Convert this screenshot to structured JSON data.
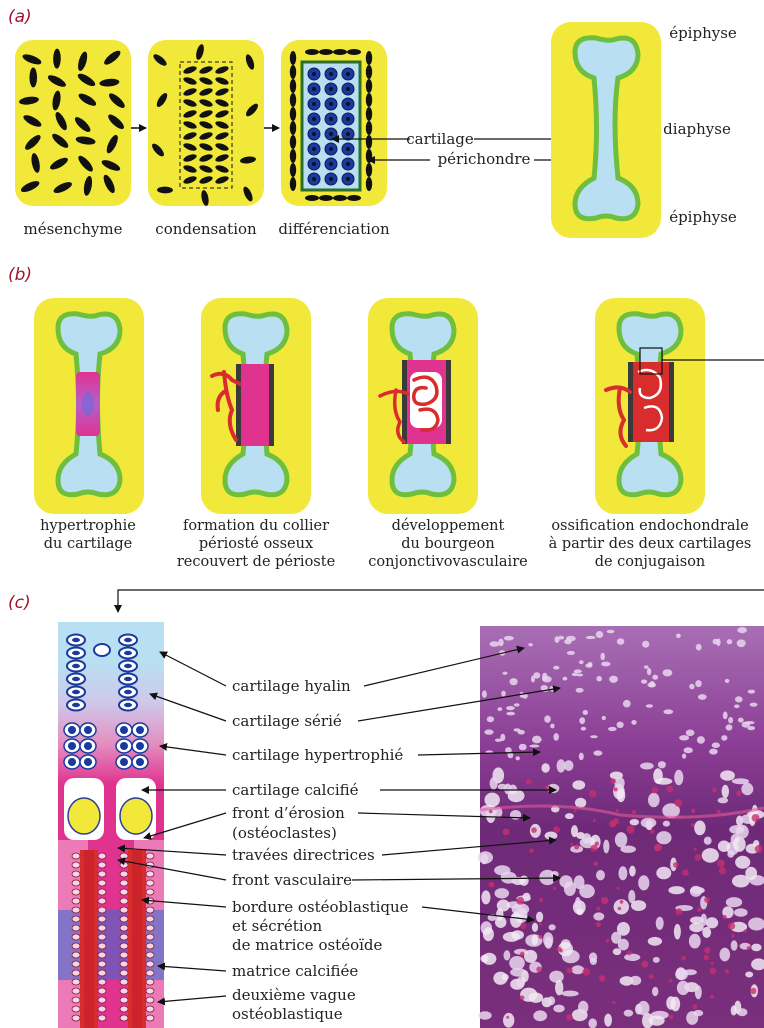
{
  "panels": {
    "a": "(a)",
    "b": "(b)",
    "c": "(c)"
  },
  "panel_a": {
    "stages": [
      "mésenchyme",
      "condensation",
      "différenciation"
    ],
    "labels": {
      "cartilage": "cartilage",
      "perichondre": "périchondre"
    },
    "bone_parts": {
      "top": "épiphyse",
      "middle": "diaphyse",
      "bottom": "épiphyse"
    }
  },
  "panel_b": {
    "captions": [
      [
        "hypertrophie",
        "du cartilage"
      ],
      [
        "formation du collier",
        "périosté osseux",
        "recouvert de périoste"
      ],
      [
        "développement",
        "du bourgeon",
        "conjonctivovasculaire"
      ],
      [
        "ossification endochondrale",
        "à partir des deux cartilages",
        "de conjugaison"
      ]
    ]
  },
  "panel_c": {
    "labels": [
      "cartilage hyalin",
      "cartilage sérié",
      "cartilage hypertrophié",
      "cartilage calcifié",
      "front d’érosion",
      "(ostéoclastes)",
      "travées directrices",
      "front vasculaire",
      "bordure ostéoblastique",
      "et sécrétion",
      "de matrice ostéoïde",
      "matrice calcifiée",
      "deuxième vague",
      "ostéoblastique"
    ]
  },
  "colors": {
    "yellow": "#f2e83a",
    "cartilage_blue": "#b9dff2",
    "perichondrium_green": "#6fbf3f",
    "cell_black": "#111111",
    "pink": "#e0338f",
    "red": "#d92c2c",
    "panel_letter": "#a3122c"
  }
}
